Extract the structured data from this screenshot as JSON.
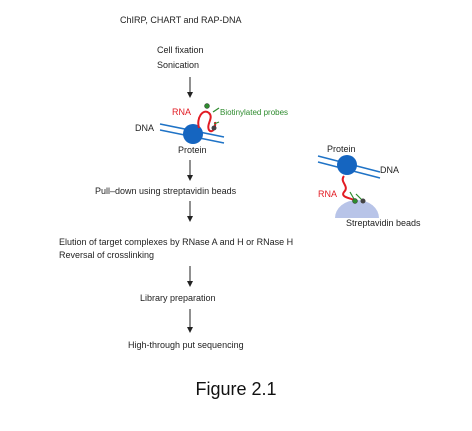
{
  "title": "ChIRP, CHART and RAP-DNA",
  "steps": {
    "fixation": "Cell fixation",
    "sonication": "Sonication",
    "pulldown": "Pull–down using streptavidin beads",
    "elution": "Elution of target complexes by RNase A and H or RNase H",
    "reversal": "Reversal of crosslinking",
    "library": "Library preparation",
    "sequencing": "High-through put sequencing"
  },
  "labels_complex1": {
    "rna": "RNA",
    "probes": "Biotinylated probes",
    "dna": "DNA",
    "protein": "Protein"
  },
  "labels_complex2": {
    "protein": "Protein",
    "dna": "DNA",
    "rna": "RNA",
    "beads": "Streptavidin beads"
  },
  "caption": "Figure 2.1",
  "colors": {
    "rna": "#e21b23",
    "dna": "#1f73c6",
    "protein": "#1565c0",
    "probes": "#2e8b2e",
    "bead": "#b8c4e8",
    "arrow": "#222222"
  }
}
